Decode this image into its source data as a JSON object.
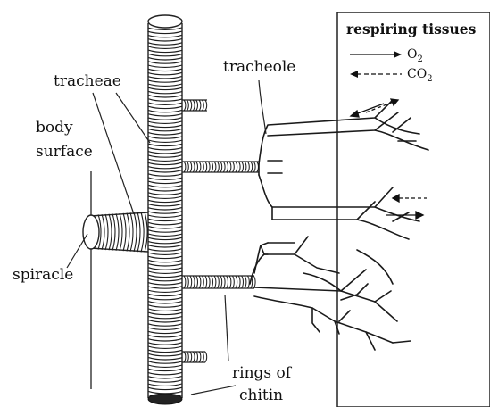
{
  "labels": {
    "tracheae": "tracheae",
    "body_surface_1": "body",
    "body_surface_2": "surface",
    "spiracle": "spiracle",
    "tracheole": "tracheole",
    "rings_1": "rings of",
    "rings_2": "chitin",
    "respiring_tissues": "respiring tissues"
  },
  "legend": {
    "o2": {
      "base": "O",
      "sub": "2"
    },
    "co2": {
      "base": "CO",
      "sub": "2"
    }
  }
}
